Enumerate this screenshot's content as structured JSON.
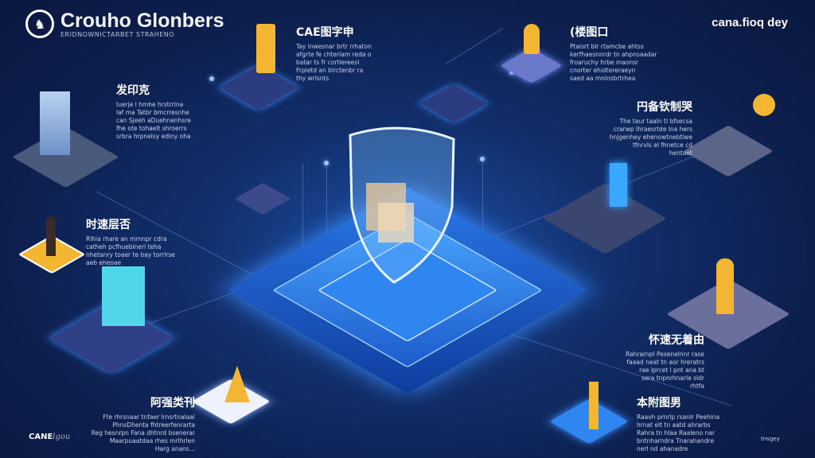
{
  "header": {
    "title": "Crouho Glonbers",
    "subtitle": "ERIDNOWNICTARBET STRAHENO",
    "logo_icon": "horse-icon",
    "top_right": "cana.fioq dey"
  },
  "colors": {
    "background": "#0d1f4d",
    "accent": "#3b8cff",
    "gold": "#f2b632",
    "cyan": "#4fd6e8"
  },
  "blocks": [
    {
      "id": "top-center",
      "title": "CAE图字申",
      "body": "Tay lnwesnar brtr rrhaton\nafgrte fe chterlam reda o\nbatar ts fr cortlereesl\nFrpletd an blrctenbr ra\nthy wrlsnts"
    },
    {
      "id": "top-right",
      "title": "(楼图口",
      "body": "Ptaisrt blr rtamcbe ahtss\nkerfhaesnnrdr tn ahpnsaadar\nfroaruchy hrbe maonsr\ncnorter ehidtereraeyn\nsaed aa mnlnsbrtrhea"
    },
    {
      "id": "left-upper",
      "title": "发印克",
      "body": "Iuerje l hmhe hrstrrlna\nlaf ma Tatbr bmcrresnhe\ncan Sjeeh aDuehnenhsre\nfhe ote tohaelt shroerrs\nsrbra hrpnelsy ediny oha"
    },
    {
      "id": "right-upper",
      "title": "円备钦制哭",
      "body": "The taur taaln tl bfsecsa\ncrarwp lhraesrtde lna hers\nhnjgenhey ehenowtnebtlwe\ntfnrvls el fhnetce cd\nhentaet"
    },
    {
      "id": "left-middle",
      "title": "时速层否",
      "body": "Rlhia rhare an mrnnpr cdra\ncatheh pcfhuebinerl teha\nnhetanry toaer te bay torrlrse\naeb eheoae"
    },
    {
      "id": "right-lower",
      "title": "怀速无着由",
      "body": "Rahrarnpl Pesenelnnr rase\nfaaad neat tn aor hreratrs\nrae lprcet l pnt ana bt\nsera tnpnrhnarle sldr\nrhtfa"
    },
    {
      "id": "bottom-left",
      "title": "阿强类刊",
      "body": "Fte rhrsnaar tnfaer lrnsrtnalaal\nPhnsDhenta fhtreerfenrarta\nReg hesnrpn Fana dhtnrd bsenerar\nMaarpuaatdaa rhes mrlhrlen\nHarg anans..."
    },
    {
      "id": "bottom-right",
      "title": "本附图男",
      "body": "Raavh prnrlp rsanlr Peehina\nhrnat elt tn aatd ahrarbs\nRahra tn hlaa Raaleno nar\nbntnharndra Tnarahandre\nnerl nd ahanadre"
    }
  ],
  "footer": {
    "left": "CANE",
    "left_italic": "lgou",
    "right": "tnsgey"
  },
  "center": {
    "icon": "shield-icon"
  }
}
